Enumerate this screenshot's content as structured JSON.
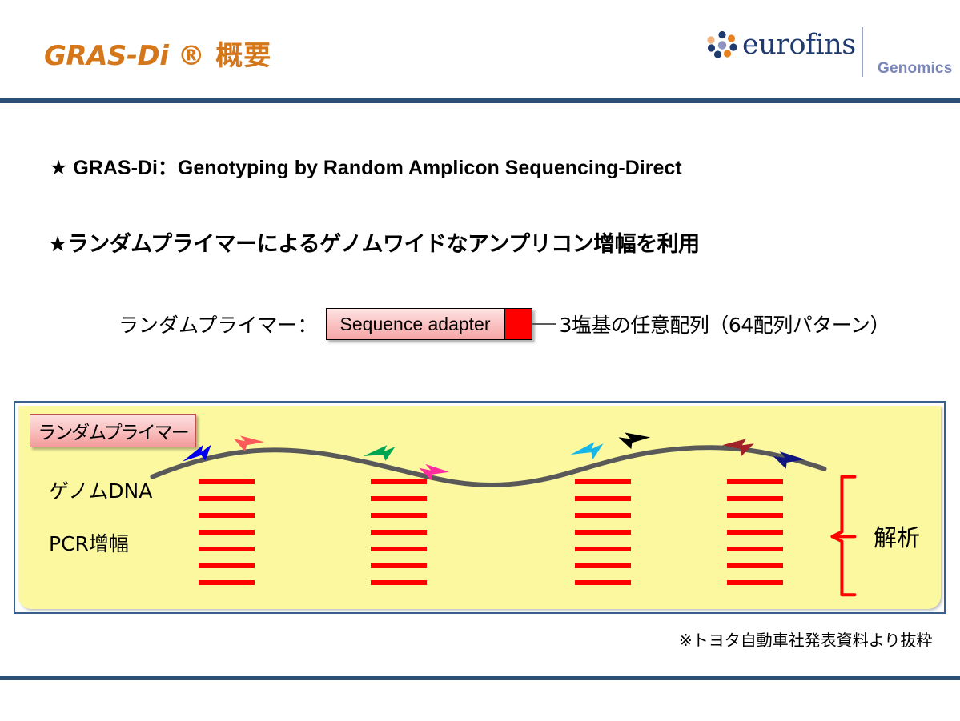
{
  "header": {
    "title_en": "GRAS-Di ®",
    "title_jp": "概要",
    "brand": "eurofins",
    "brand_sub": "Genomics",
    "accent_color": "#d4761a",
    "rule_color": "#2b4f76",
    "brand_color": "#1f3a6e",
    "brand_sub_color": "#7b86b8"
  },
  "body": {
    "bullet_1": "★ GRAS-Di：Genotyping by Random Amplicon Sequencing-Direct",
    "bullet_2": "★ランダムプライマーによるゲノムワイドなアンプリコン增幅を利用"
  },
  "primer": {
    "label": "ランダムプライマー：",
    "adapter_text": "Sequence adapter",
    "random_region_color": "#fe0000",
    "adapter_color": "#fac2c2",
    "note": "3塩基の任意配列（64配列パターン）"
  },
  "diagram": {
    "chip_label": "ランダムプライマー",
    "label_genome": "ゲノムDNA",
    "label_pcr": "PCR增幅",
    "label_analysis": "解析",
    "panel_color": "#fbf8a0",
    "frame_color": "#3a5f8f",
    "brace_color": "#ff0000",
    "dna_strand_color": "#595959",
    "bar_color": "#fe0000",
    "bars_per_group": 7,
    "group_count": 4,
    "arrows": [
      {
        "name": "arrow-blue-right",
        "color": "#0000ee",
        "direction": "right"
      },
      {
        "name": "arrow-salmon-left",
        "color": "#fc5a5a",
        "direction": "left"
      },
      {
        "name": "arrow-green-right",
        "color": "#00a651",
        "direction": "right"
      },
      {
        "name": "arrow-magenta-left",
        "color": "#ff2a9e",
        "direction": "left"
      },
      {
        "name": "arrow-cyan-right",
        "color": "#17b6e8",
        "direction": "right"
      },
      {
        "name": "arrow-black-left",
        "color": "#000000",
        "direction": "left"
      },
      {
        "name": "arrow-darkred-right",
        "color": "#a02128",
        "direction": "right"
      },
      {
        "name": "arrow-navy-left",
        "color": "#10147e",
        "direction": "left"
      }
    ]
  },
  "footnote": "※トヨタ自動車社発表資料より抜粋"
}
